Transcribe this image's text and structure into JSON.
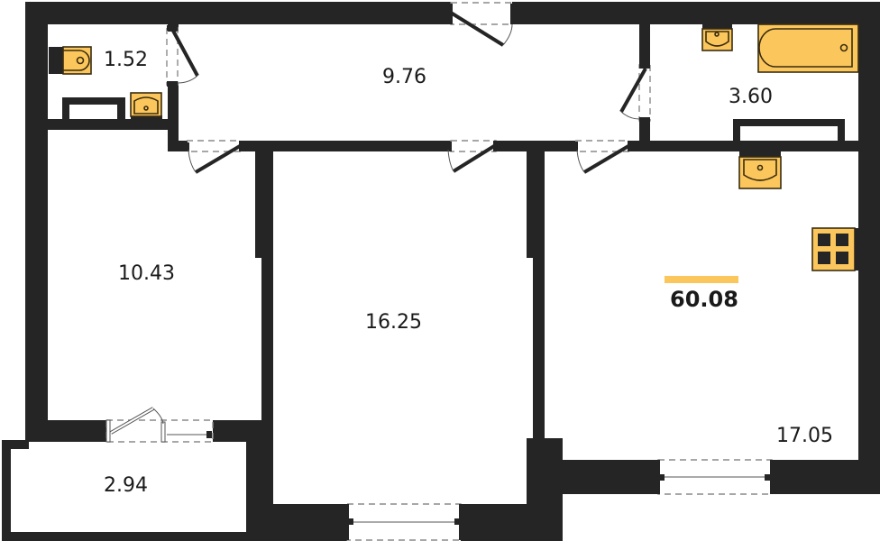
{
  "plan": {
    "total_area": "60.08",
    "accent_color": "#fbc75c",
    "wall_color": "#252525",
    "rooms": [
      {
        "id": "toilet",
        "label": "1.52"
      },
      {
        "id": "hallway",
        "label": "9.76"
      },
      {
        "id": "bathroom",
        "label": "3.60"
      },
      {
        "id": "bedroom-small",
        "label": "10.43"
      },
      {
        "id": "living-room",
        "label": "16.25"
      },
      {
        "id": "kitchen",
        "label": "17.05"
      },
      {
        "id": "balcony",
        "label": "2.94"
      }
    ],
    "fixtures": [
      {
        "type": "toilet-icon"
      },
      {
        "type": "sink-icon",
        "room": "toilet"
      },
      {
        "type": "sink-icon",
        "room": "bathroom"
      },
      {
        "type": "bathtub-icon"
      },
      {
        "type": "sink-icon",
        "room": "kitchen"
      },
      {
        "type": "stove-icon"
      }
    ]
  }
}
